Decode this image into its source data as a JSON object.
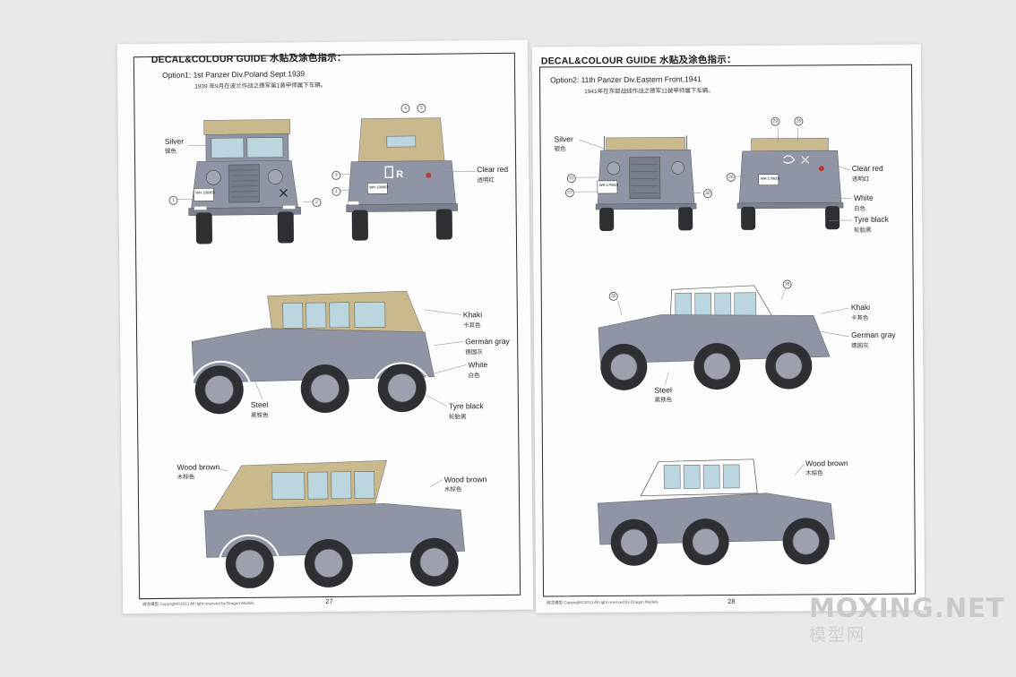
{
  "colors": {
    "german_gray": "#8f95a4",
    "khaki": "#cbb98e",
    "glass": "#bcd6e0",
    "tyre": "#2e2f33",
    "white": "#ffffff"
  },
  "left_page": {
    "header": "DECAL&COLOUR GUIDE 水贴及涂色指示：",
    "option_title": "Option1: 1st Panzer Div.Poland Sept.1939",
    "option_cn": "1939 年9月在波兰作战之德军第1装甲师属下车辆。",
    "labels": {
      "silver": "Silver",
      "silver_cn": "银色",
      "clear_red": "Clear red",
      "clear_red_cn": "透明红",
      "khaki": "Khaki",
      "khaki_cn": "卡其色",
      "german_gray": "German gray",
      "german_gray_cn": "德国灰",
      "white": "White",
      "white_cn": "白色",
      "steel": "Steel",
      "steel_cn": "黑铁色",
      "tyre_black": "Tyre black",
      "tyre_black_cn": "轮胎黑",
      "wood_brown_1": "Wood brown",
      "wood_brown_1_cn": "木棕色",
      "wood_brown_2": "Wood brown",
      "wood_brown_2_cn": "木棕色"
    },
    "callouts": [
      "1",
      "2",
      "3",
      "1",
      "4",
      "5"
    ],
    "plate_front": "WH 138953",
    "plate_rear": "WH 138953",
    "rear_letter": "R",
    "footer": "威龙模型 Copyright©2013 All right reserved by Dragon Models",
    "page_number": "27"
  },
  "right_page": {
    "header": "DECAL&COLOUR GUIDE 水贴及涂色指示：",
    "option_title": "Option2: 11th Panzer Div.Eastern Front,1941",
    "option_cn": "1941年在东部战线作战之德军11装甲师属下车辆。",
    "labels": {
      "silver": "Silver",
      "silver_cn": "银色",
      "clear_red": "Clear red",
      "clear_red_cn": "透明红",
      "white": "White",
      "white_cn": "白色",
      "tyre_black": "Tyre black",
      "tyre_black_cn": "轮胎黑",
      "khaki": "Khaki",
      "khaki_cn": "卡其色",
      "german_gray": "German gray",
      "german_gray_cn": "德国灰",
      "steel": "Steel",
      "steel_cn": "黑铁色",
      "wood_brown": "Wood brown",
      "wood_brown_cn": "木棕色"
    },
    "callouts": [
      "29",
      "28",
      "31",
      "27",
      "30",
      "26",
      "35",
      "35"
    ],
    "plate_front": "WH 170810",
    "plate_rear": "WH 170810",
    "footer": "威龙模型 Copyright©2013 All right reserved by Dragon Models",
    "page_number": "28"
  },
  "watermark": {
    "en": "MOXING.NET",
    "cn": "模型网"
  }
}
